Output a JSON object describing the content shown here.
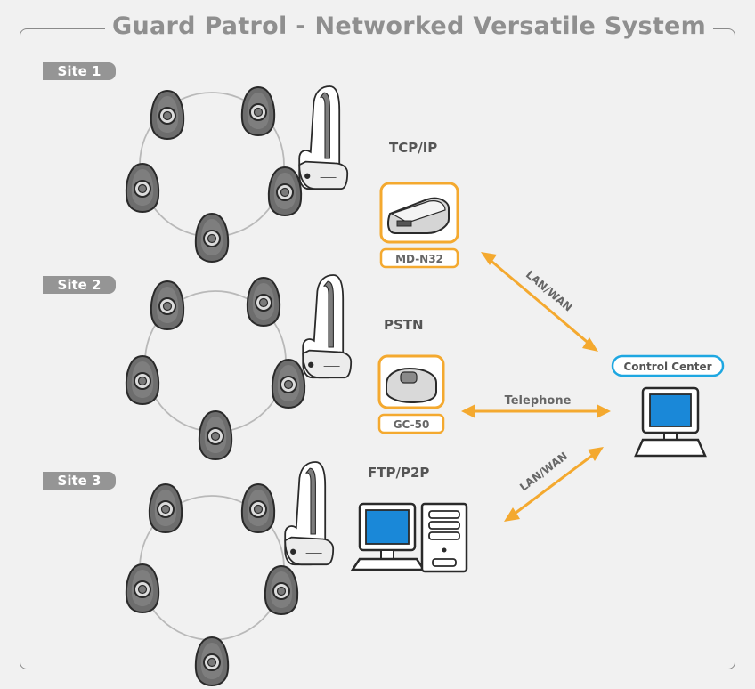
{
  "title": "Guard Patrol - Networked Versatile System",
  "sites": [
    "Site 1",
    "Site 2",
    "Site 3"
  ],
  "methods": {
    "tcp": "TCP/IP",
    "pstn": "PSTN",
    "ftp": "FTP/P2P"
  },
  "devices": {
    "md": "MD-N32",
    "gc": "GC-50"
  },
  "links": {
    "lan_wan_1": "LAN/WAN",
    "telephone": "Telephone",
    "lan_wan_2": "LAN/WAN"
  },
  "control_center": "Control Center",
  "colors": {
    "accent_orange": "#f4a92f",
    "control_blue": "#1ea7e1",
    "screen_blue": "#1a88d8",
    "gray_tab": "#959595"
  }
}
